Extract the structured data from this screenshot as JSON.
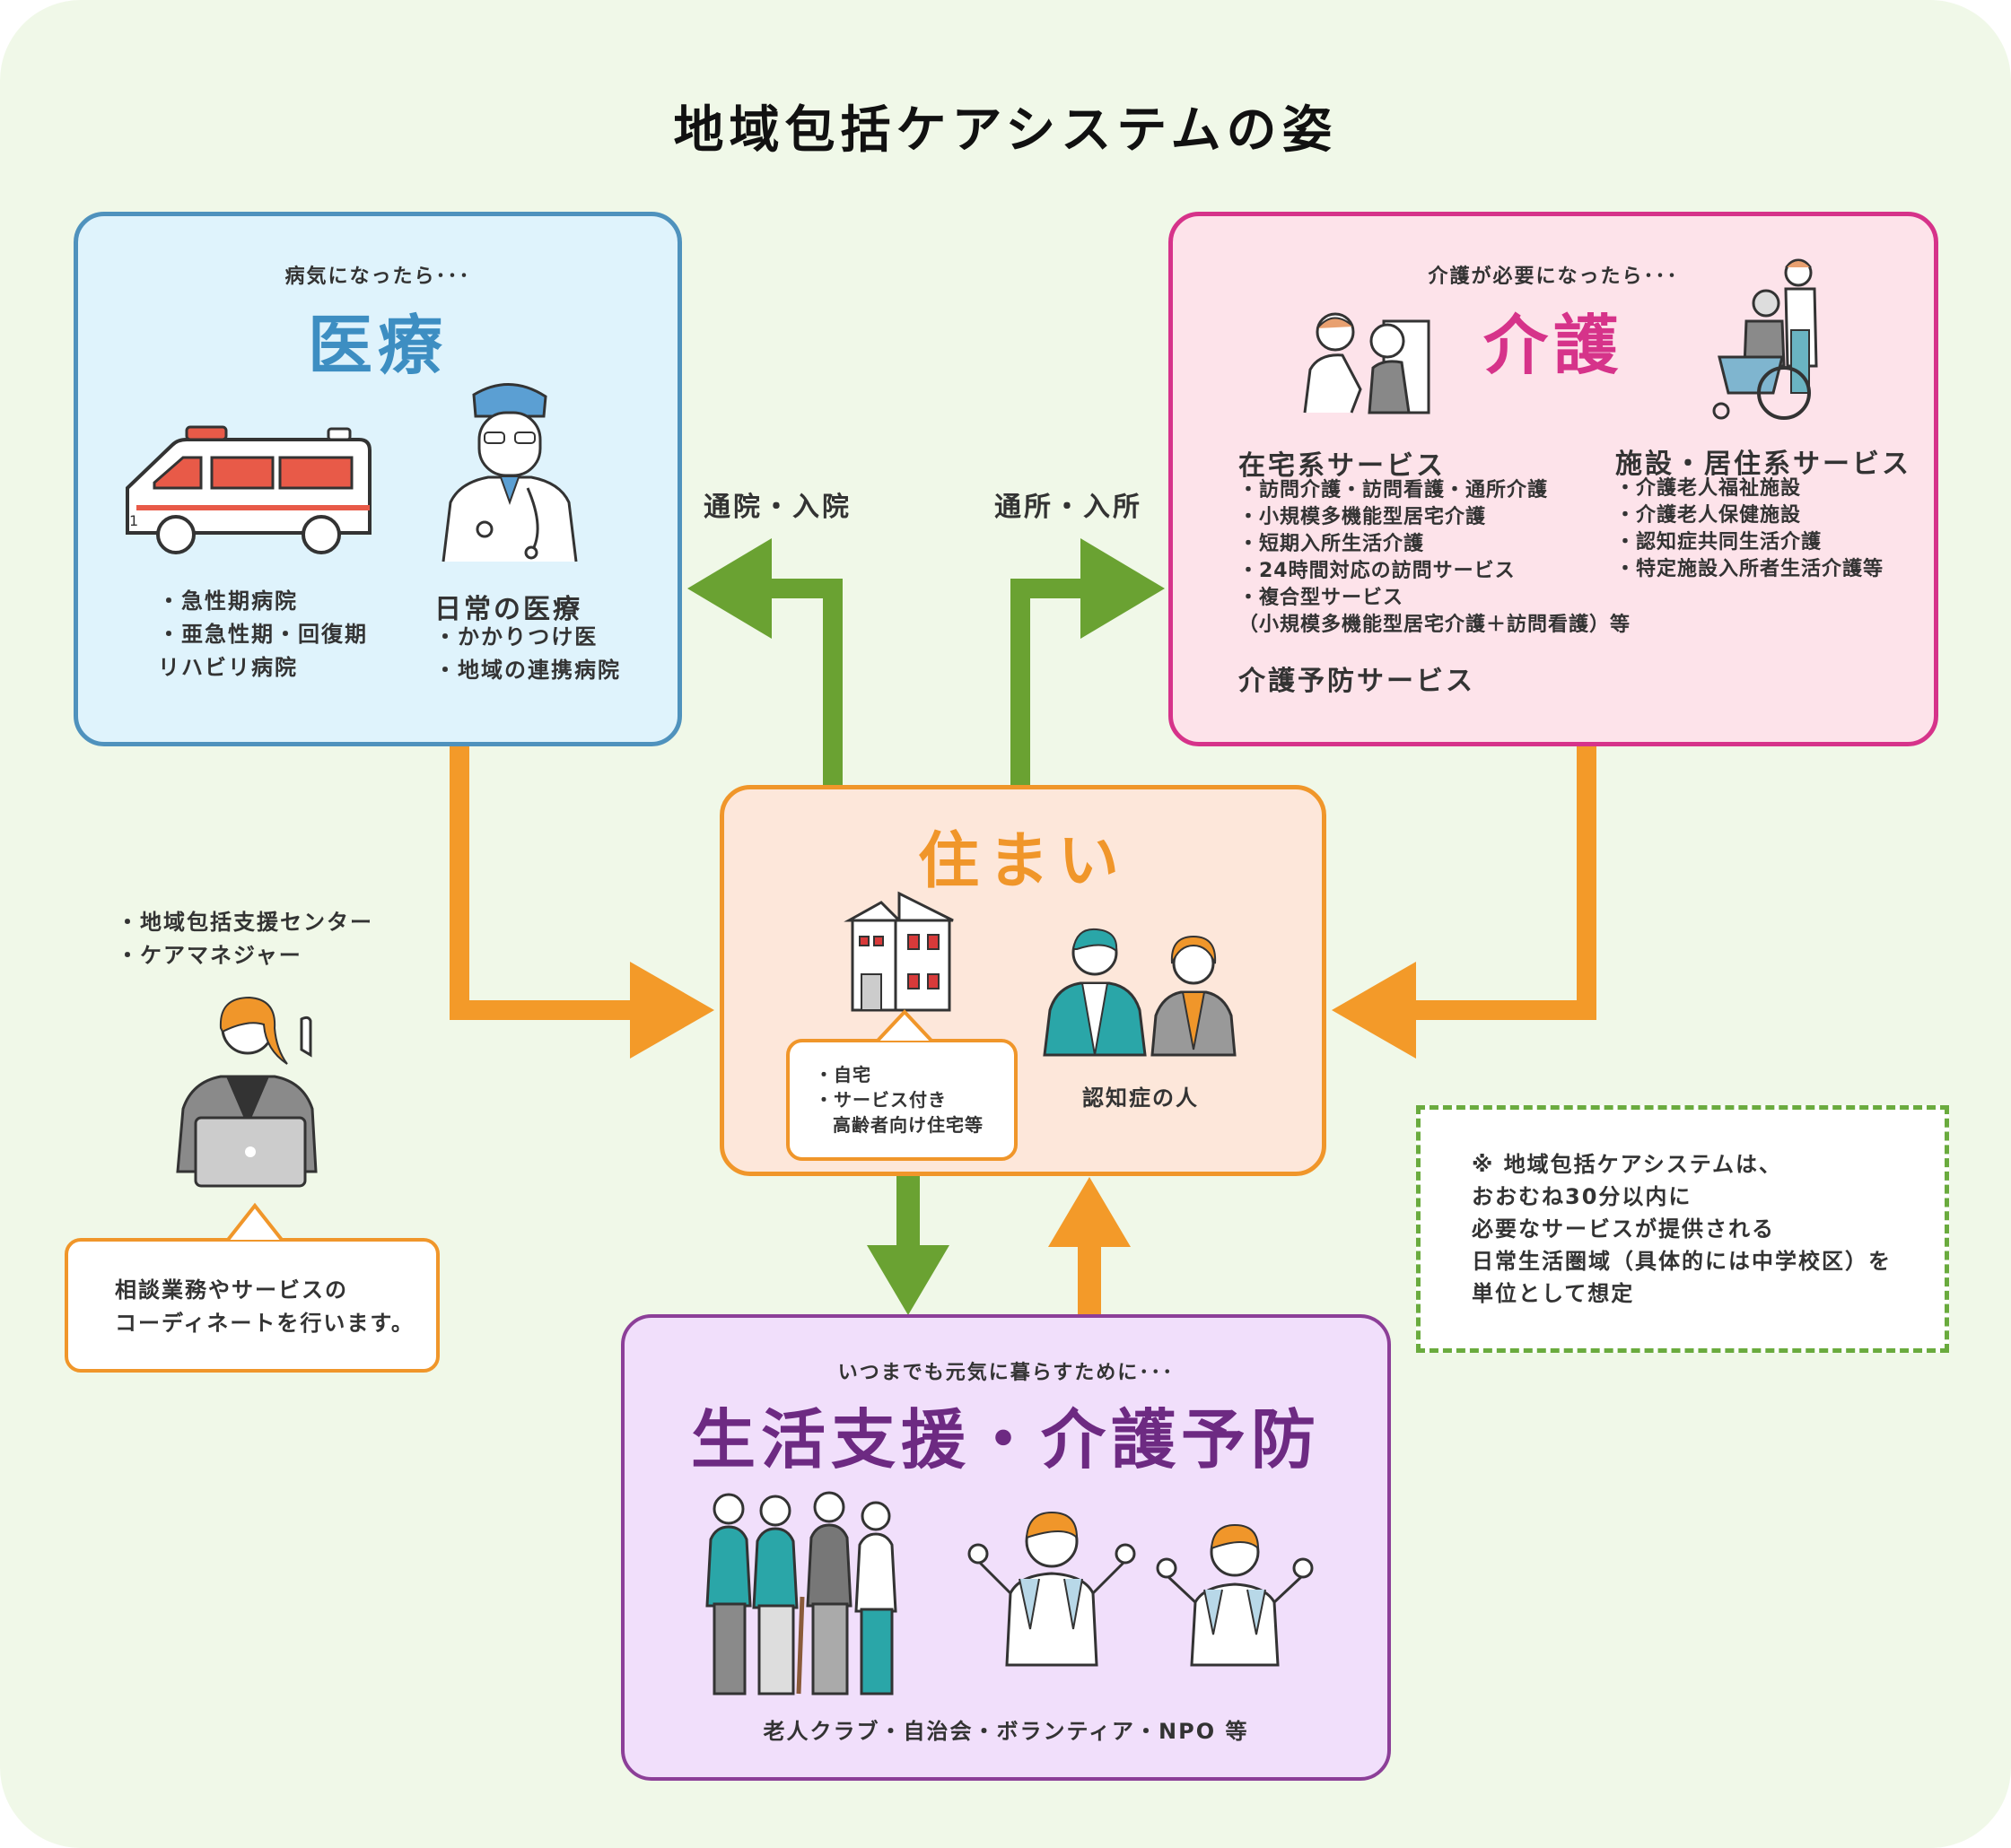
{
  "title": "地域包括ケアシステムの姿",
  "medical": {
    "caption": "病気になったら･･･",
    "heading": "医療",
    "hospital_items": [
      "・急性期病院",
      "・亜急性期・回復期",
      "リハビリ病院"
    ],
    "daily_heading": "日常の医療",
    "daily_items": [
      "・かかりつけ医",
      "・地域の連携病院"
    ]
  },
  "care": {
    "caption": "介護が必要になったら･･･",
    "heading": "介護",
    "home_services_heading": "在宅系サービス",
    "home_services": [
      "・訪問介護・訪問看護・通所介護",
      "・小規模多機能型居宅介護",
      "・短期入所生活介護",
      "・24時間対応の訪問サービス",
      "・複合型サービス",
      "（小規模多機能型居宅介護＋訪問看護）等"
    ],
    "prevention_heading": "介護予防サービス",
    "facility_heading": "施設・居住系サービス",
    "facility_services": [
      "・介護老人福祉施設",
      "・介護老人保健施設",
      "・認知症共同生活介護",
      "・特定施設入所者生活介護等"
    ]
  },
  "arrows": {
    "to_medical": "通院・入院",
    "to_care": "通所・入所"
  },
  "home": {
    "heading": "住まい",
    "residence_items": [
      "・自宅",
      "・サービス付き",
      "高齢者向け住宅等"
    ],
    "person_label": "認知症の人"
  },
  "support_center": {
    "items": [
      "・地域包括支援センター",
      "・ケアマネジャー"
    ],
    "bubble_lines": [
      "相談業務やサービスの",
      "コーディネートを行います。"
    ]
  },
  "note": {
    "lines": [
      "※ 地域包括ケアシステムは、",
      "おおむね30分以内に",
      "必要なサービスが提供される",
      "日常生活圏域（具体的には中学校区）を",
      "単位として想定"
    ]
  },
  "life": {
    "caption": "いつまでも元気に暮らすために･･･",
    "heading": "生活支援・介護予防",
    "footer": "老人クラブ・自治会・ボランティア・NPO 等"
  },
  "colors": {
    "background": "#f0f8e8",
    "medical": "#4f92bd",
    "care": "#d6338a",
    "home": "#f0962a",
    "life": "#8c3f98",
    "green_arrow": "#6aa232",
    "orange_arrow": "#f39a29"
  }
}
